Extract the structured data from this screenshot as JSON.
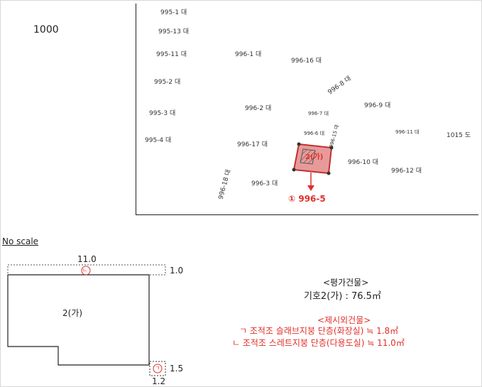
{
  "scale_number": "1000",
  "parcels": [
    {
      "id": "p1",
      "text": "995-1 대"
    },
    {
      "id": "p2",
      "text": "995-13 대"
    },
    {
      "id": "p3",
      "text": "995-11 대"
    },
    {
      "id": "p4",
      "text": "996-1 대"
    },
    {
      "id": "p5",
      "text": "996-16 대"
    },
    {
      "id": "p6",
      "text": "996-8 대"
    },
    {
      "id": "p7",
      "text": "995-2 대"
    },
    {
      "id": "p8",
      "text": "995-3 대"
    },
    {
      "id": "p9",
      "text": "996-2 대"
    },
    {
      "id": "p10",
      "text": "996-7 대"
    },
    {
      "id": "p11",
      "text": "996-9 대"
    },
    {
      "id": "p12",
      "text": "995-4 대"
    },
    {
      "id": "p13",
      "text": "996-6 대"
    },
    {
      "id": "p14",
      "text": "996-15 대"
    },
    {
      "id": "p15",
      "text": "996-11 대"
    },
    {
      "id": "p16",
      "text": "1015 도"
    },
    {
      "id": "p17",
      "text": "996-17 대"
    },
    {
      "id": "p18",
      "text": "996-10 대"
    },
    {
      "id": "p19",
      "text": "996-12 대"
    },
    {
      "id": "p20",
      "text": "996-18 대"
    },
    {
      "id": "p21",
      "text": "996-3 대"
    }
  ],
  "target_parcel": "① 996-5",
  "highlight_label": "2(가)",
  "no_scale": "No scale",
  "floorplan": {
    "top_dim": "11.0",
    "annex_dim": "1.0",
    "annex_mark": "ㄴ",
    "main_label": "2(가)",
    "small_mark": "ㄱ",
    "small_w": "1.2",
    "small_h": "1.5"
  },
  "eval_title": "<평가건물>",
  "eval_value": "기호2(가) : 76.5㎡",
  "excluded_title": "<제시외건물>",
  "excluded_items": [
    "ㄱ 조적조 슬래브지붕 단층(화장실) ≒ 1.8㎡",
    "ㄴ 조적조 스레트지붕 단층(다용도실) ≒ 11.0㎡"
  ]
}
